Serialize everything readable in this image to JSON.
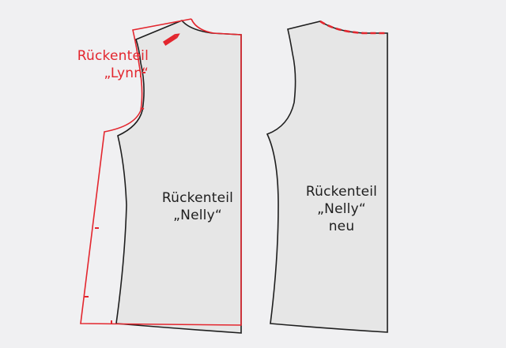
{
  "colors": {
    "background": "#f0f0f2",
    "piece_fill": "#e6e6e6",
    "outline": "#1e1e1e",
    "accent_red": "#e3262e"
  },
  "labels": {
    "lynn": {
      "line1": "Rückenteil",
      "line2": "„Lynn“"
    },
    "nelly": {
      "line1": "Rückenteil",
      "line2": "„Nelly“"
    },
    "nelly_new": {
      "line1": "Rückenteil",
      "line2": "„Nelly“",
      "line3": "neu"
    }
  },
  "icons": {
    "pencil": "pencil-icon"
  }
}
